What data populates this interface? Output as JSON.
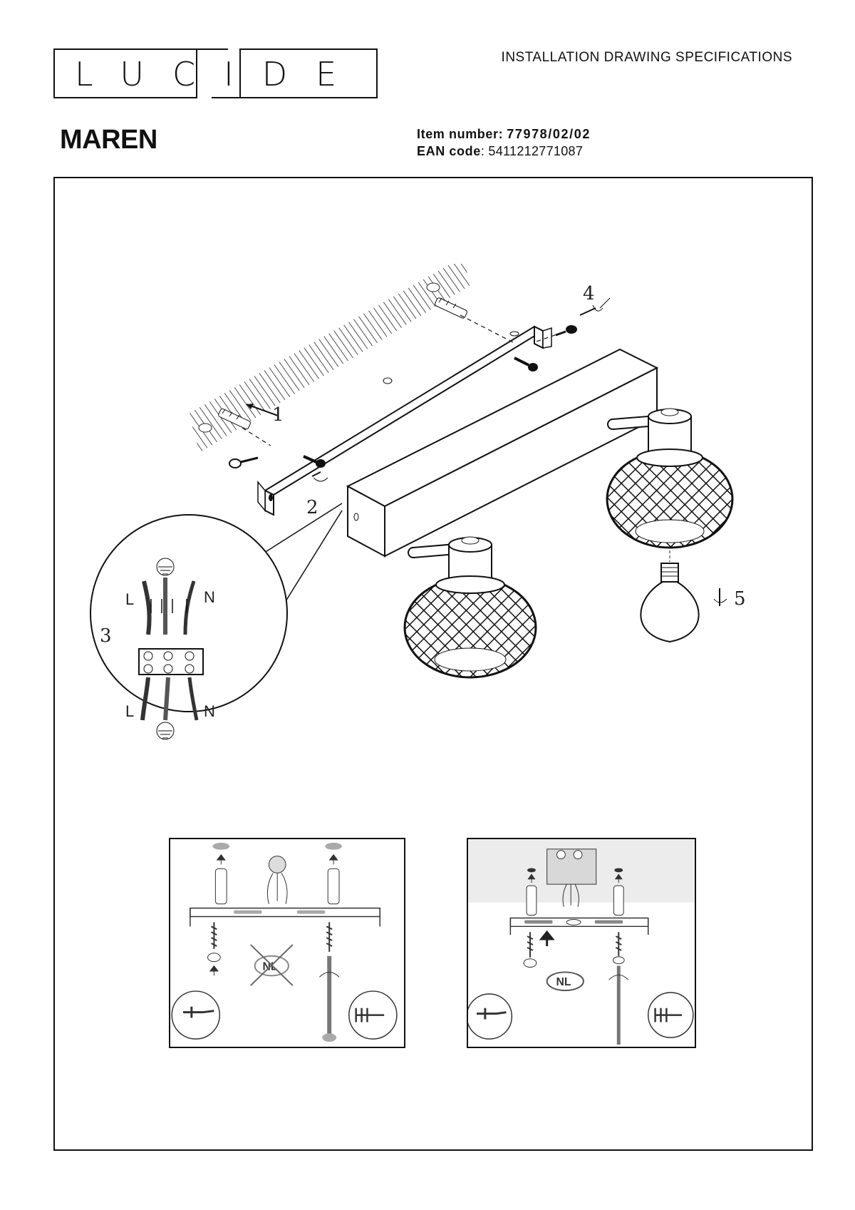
{
  "brand": {
    "logo_text": "LUCIDE"
  },
  "header": {
    "document_type": "INSTALLATION DRAWING SPECIFICATIONS"
  },
  "product": {
    "name": "MAREN",
    "item_label": "Item number:",
    "item_number": "77978/02/02",
    "ean_label": "EAN code",
    "ean_code": ": 5411212771087"
  },
  "steps": {
    "s1": "1",
    "s2": "2",
    "s3": "3",
    "s4": "4",
    "s5": "5"
  },
  "wiring": {
    "live_top": "L",
    "neutral_top": "N",
    "live_bottom": "L",
    "neutral_bottom": "N"
  },
  "panels": {
    "nl_left": "NL",
    "nl_right": "NL"
  }
}
